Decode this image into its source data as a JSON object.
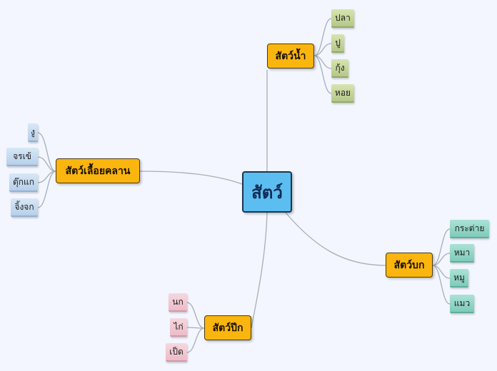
{
  "central": "สัตว์",
  "branches": {
    "water": {
      "label": "สัตว์น้ำ",
      "items": [
        "ปลา",
        "ปู",
        "กุ้ง",
        "หอย"
      ]
    },
    "reptile": {
      "label": "สัตว์เลื้อยคลาน",
      "items": [
        "งู",
        "จรเข้",
        "ตุ๊กแก",
        "จิ้งจก"
      ]
    },
    "land": {
      "label": "สัตว์บก",
      "items": [
        "กระต่าย",
        "หมา",
        "หมู",
        "แมว"
      ]
    },
    "bird": {
      "label": "สัตว์ปีก",
      "items": [
        "นก",
        "ไก่",
        "เป็ด"
      ]
    }
  },
  "colors": {
    "background": "#f3f6fe",
    "central_fill": "#5cbdf0",
    "main_fill": "#fbb50f",
    "water_leaf": "#c6d69c",
    "reptile_leaf": "#c8dcf0",
    "land_leaf": "#96d7c8",
    "bird_leaf": "#f1c9d4",
    "connector": "#a6adb9"
  }
}
